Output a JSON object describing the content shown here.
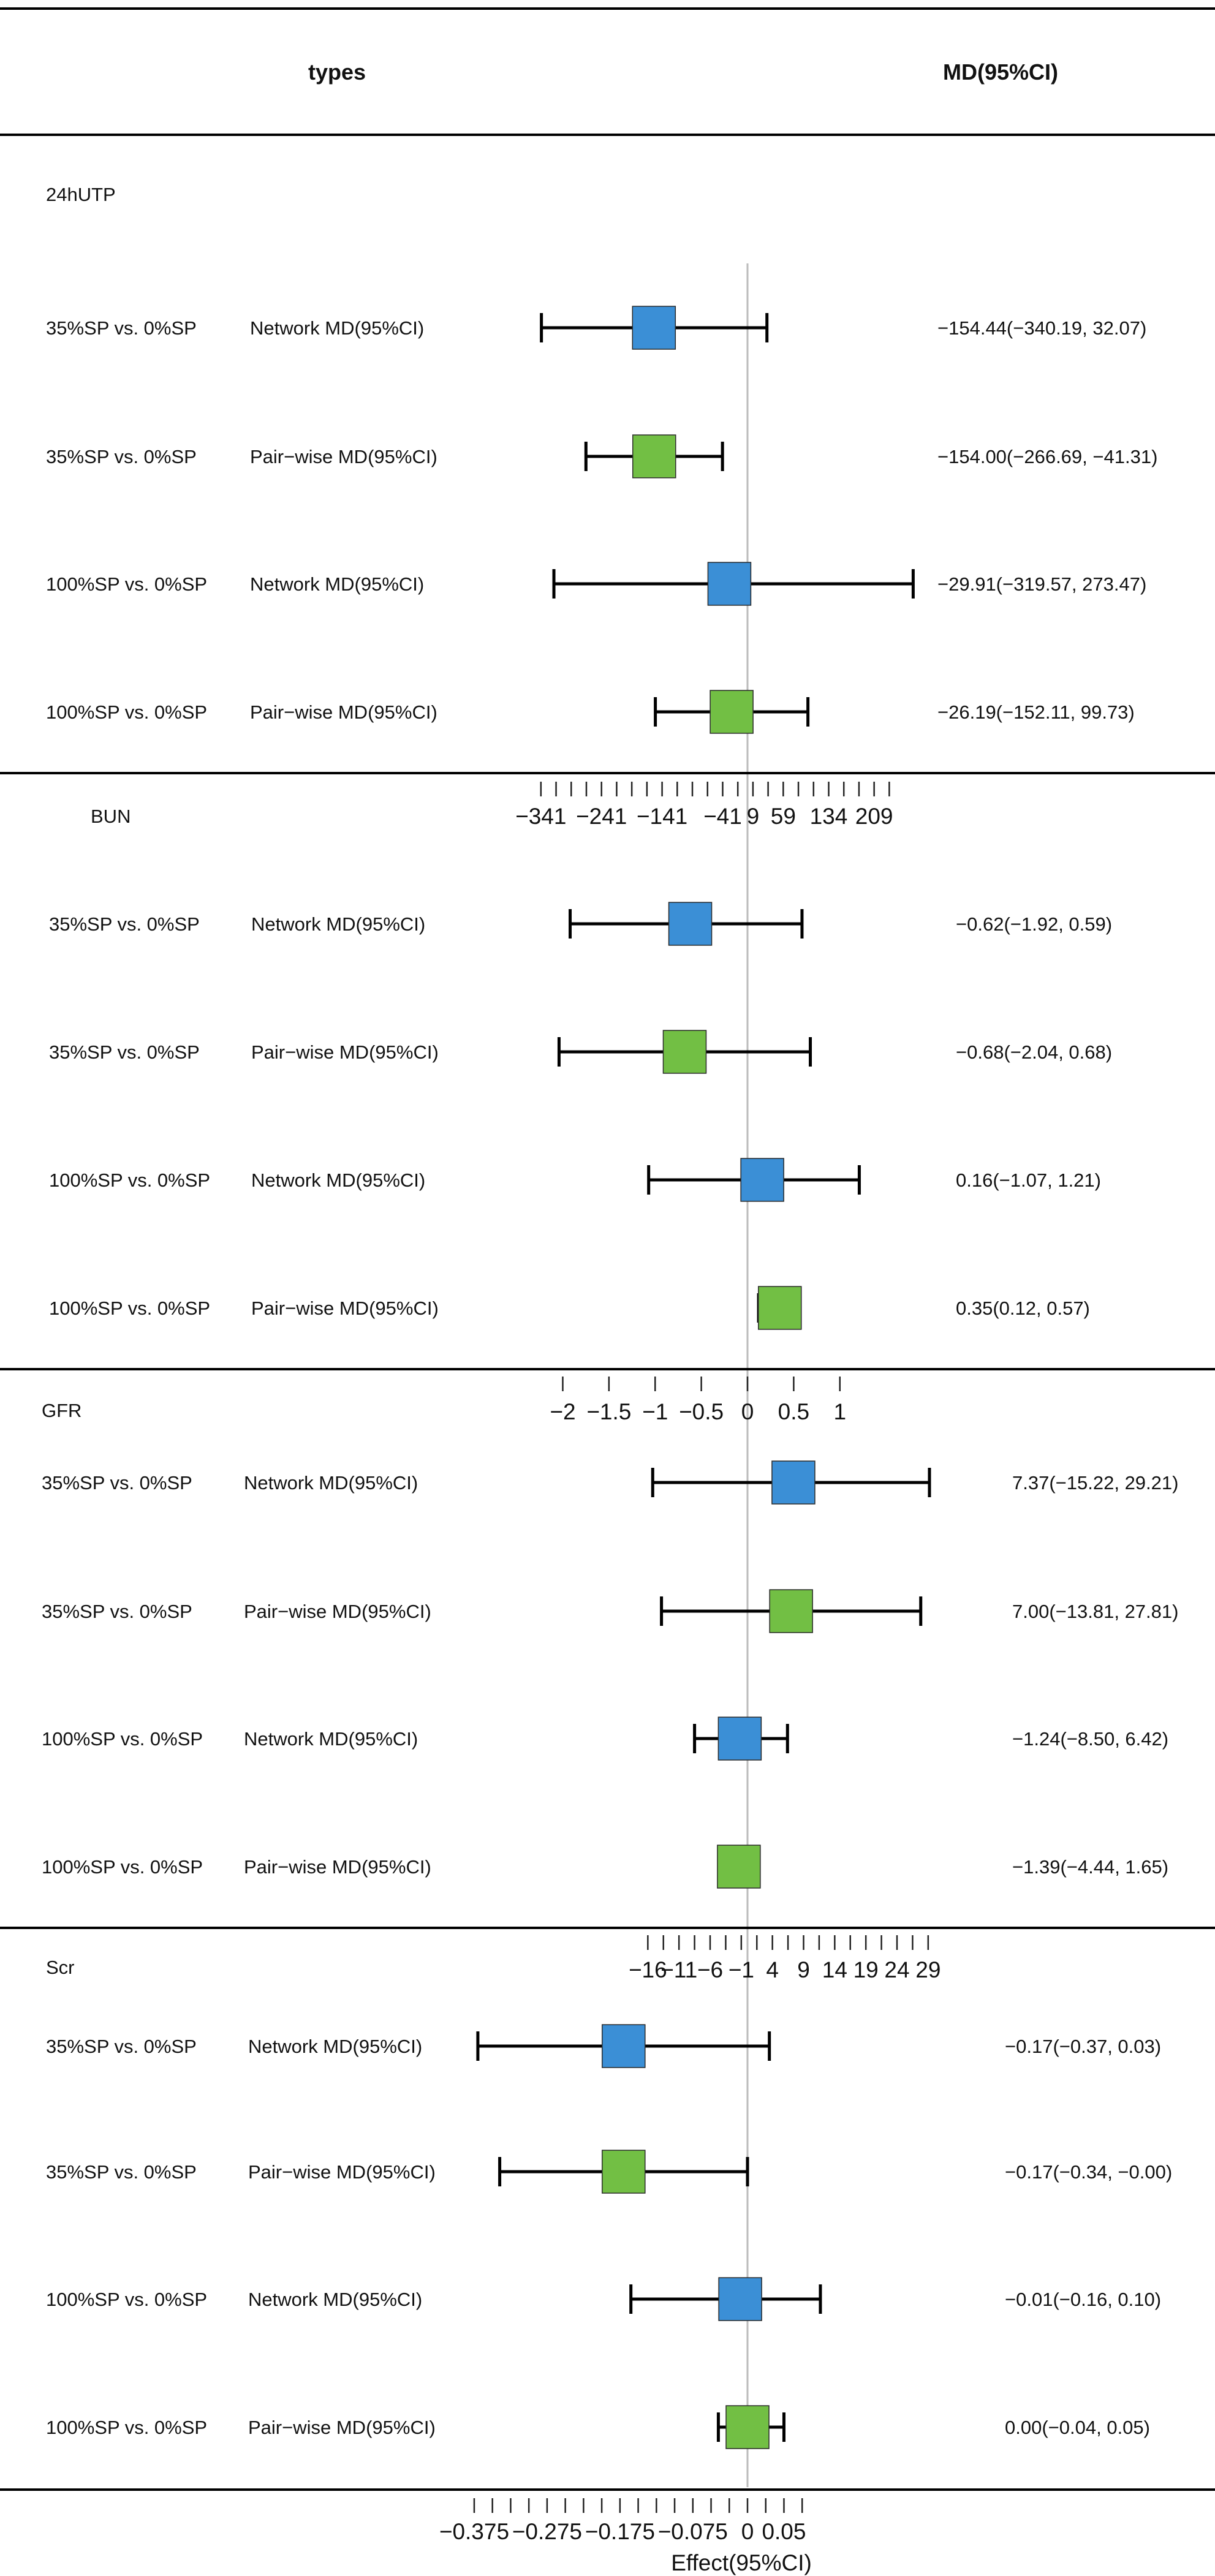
{
  "chart_data": {
    "type": "forest",
    "header": {
      "left": "types",
      "right": "MD(95%CI)"
    },
    "xlabel": "Effect(95%CI)",
    "reference_line": 0,
    "colors": {
      "network": "#3b8fd6",
      "pairwise": "#72bf44",
      "line": "#000000",
      "ref": "#bbbbbb"
    },
    "panels": [
      {
        "name": "24hUTP",
        "rows": [
          {
            "comparison": "35%SP vs. 0%SP",
            "method": "Network MD(95%CI)",
            "type": "network",
            "est": -154.44,
            "lo": -340.19,
            "hi": 32.07,
            "text": "−154.44(−340.19, 32.07)"
          },
          {
            "comparison": "35%SP vs. 0%SP",
            "method": "Pair−wise MD(95%CI)",
            "type": "pairwise",
            "est": -154.0,
            "lo": -266.69,
            "hi": -41.31,
            "text": "−154.00(−266.69, −41.31)"
          },
          {
            "comparison": "100%SP vs. 0%SP",
            "method": "Network MD(95%CI)",
            "type": "network",
            "est": -29.91,
            "lo": -319.57,
            "hi": 273.47,
            "text": "−29.91(−319.57, 273.47)"
          },
          {
            "comparison": "100%SP vs. 0%SP",
            "method": "Pair−wise MD(95%CI)",
            "type": "pairwise",
            "est": -26.19,
            "lo": -152.11,
            "hi": 99.73,
            "text": "−26.19(−152.11, 99.73)"
          }
        ],
        "axis": {
          "xlim": [
            -361,
            261
          ],
          "minor_start": -341,
          "minor_step": 25,
          "minor_count": 24,
          "ticks": [
            -341,
            -241,
            -141,
            -41,
            9,
            59,
            134,
            209
          ],
          "tick_labels": [
            "−341",
            "−241",
            "−141",
            "−41",
            "9",
            "59",
            "134",
            "209"
          ]
        }
      },
      {
        "name": "BUN",
        "rows": [
          {
            "comparison": "35%SP vs. 0%SP",
            "method": "Network MD(95%CI)",
            "type": "network",
            "est": -0.62,
            "lo": -1.92,
            "hi": 0.59,
            "text": "−0.62(−1.92, 0.59)"
          },
          {
            "comparison": "35%SP vs. 0%SP",
            "method": "Pair−wise MD(95%CI)",
            "type": "pairwise",
            "est": -0.68,
            "lo": -2.04,
            "hi": 0.68,
            "text": "−0.68(−2.04, 0.68)"
          },
          {
            "comparison": "100%SP vs. 0%SP",
            "method": "Network MD(95%CI)",
            "type": "network",
            "est": 0.16,
            "lo": -1.07,
            "hi": 1.21,
            "text": "0.16(−1.07, 1.21)"
          },
          {
            "comparison": "100%SP vs. 0%SP",
            "method": "Pair−wise MD(95%CI)",
            "type": "pairwise",
            "est": 0.35,
            "lo": 0.12,
            "hi": 0.57,
            "text": "0.35(0.12, 0.57)"
          }
        ],
        "axis": {
          "xlim": [
            -2.1,
            1.15
          ],
          "minor_start": -2,
          "minor_step": 0.5,
          "minor_count": 7,
          "ticks": [
            -2,
            -1.5,
            -1,
            -0.5,
            0,
            0.5,
            1
          ],
          "tick_labels": [
            "−2",
            "−1.5",
            "−1",
            "−0.5",
            "0",
            "0.5",
            "1"
          ]
        }
      },
      {
        "name": "GFR",
        "rows": [
          {
            "comparison": "35%SP vs. 0%SP",
            "method": "Network MD(95%CI)",
            "type": "network",
            "est": 7.37,
            "lo": -15.22,
            "hi": 29.21,
            "text": "7.37(−15.22, 29.21)"
          },
          {
            "comparison": "35%SP vs. 0%SP",
            "method": "Pair−wise MD(95%CI)",
            "type": "pairwise",
            "est": 7.0,
            "lo": -13.81,
            "hi": 27.81,
            "text": "7.00(−13.81, 27.81)"
          },
          {
            "comparison": "100%SP vs. 0%SP",
            "method": "Network MD(95%CI)",
            "type": "network",
            "est": -1.24,
            "lo": -8.5,
            "hi": 6.42,
            "text": "−1.24(−8.50, 6.42)"
          },
          {
            "comparison": "100%SP vs. 0%SP",
            "method": "Pair−wise MD(95%CI)",
            "type": "pairwise",
            "est": -1.39,
            "lo": -4.44,
            "hi": 1.65,
            "text": "−1.39(−4.44, 1.65)"
          }
        ],
        "axis": {
          "xlim": [
            -28.4,
            31.6
          ],
          "minor_start": -16,
          "minor_step": 2.5,
          "minor_count": 19,
          "ticks": [
            -16,
            -11,
            -6,
            -1,
            4,
            9,
            14,
            19,
            24,
            29
          ],
          "tick_labels": [
            "−16",
            "−11",
            "−6",
            "−1",
            "4",
            "9",
            "14",
            "19",
            "24",
            "29"
          ]
        }
      },
      {
        "name": "Scr",
        "rows": [
          {
            "comparison": "35%SP vs. 0%SP",
            "method": "Network MD(95%CI)",
            "type": "network",
            "est": -0.17,
            "lo": -0.37,
            "hi": 0.03,
            "text": "−0.17(−0.37, 0.03)"
          },
          {
            "comparison": "35%SP vs. 0%SP",
            "method": "Pair−wise MD(95%CI)",
            "type": "pairwise",
            "est": -0.17,
            "lo": -0.34,
            "hi": -0.0,
            "text": "−0.17(−0.34, −0.00)"
          },
          {
            "comparison": "100%SP vs. 0%SP",
            "method": "Network MD(95%CI)",
            "type": "network",
            "est": -0.01,
            "lo": -0.16,
            "hi": 0.1,
            "text": "−0.01(−0.16, 0.10)"
          },
          {
            "comparison": "100%SP vs. 0%SP",
            "method": "Pair−wise MD(95%CI)",
            "type": "pairwise",
            "est": 0.0,
            "lo": -0.04,
            "hi": 0.05,
            "text": "0.00(−0.04, 0.05)"
          }
        ],
        "axis": {
          "xlim": [
            -0.408,
            0.104
          ],
          "minor_start": -0.375,
          "minor_step": 0.025,
          "minor_count": 19,
          "ticks": [
            -0.375,
            -0.275,
            -0.175,
            -0.075,
            0,
            0.05
          ],
          "tick_labels": [
            "−0.375",
            "−0.275",
            "−0.175",
            "−0.075",
            "0",
            "0.05"
          ]
        }
      }
    ]
  }
}
